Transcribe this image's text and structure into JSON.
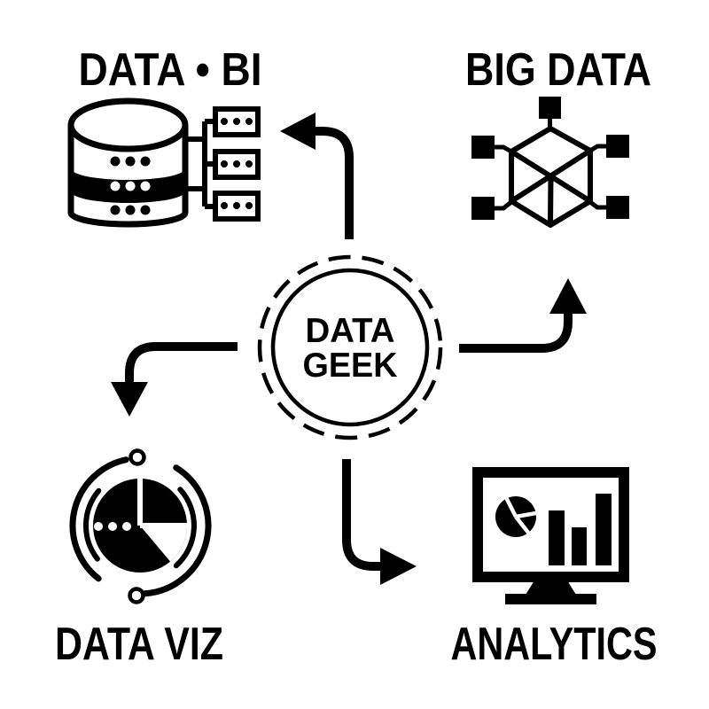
{
  "palette": {
    "background": "#ffffff",
    "ink": "#000000"
  },
  "center_badge": {
    "line1": "DATA",
    "line2": "GEEK"
  },
  "nodes": {
    "data_bi": {
      "label": "DATA • BI",
      "icon": "database-icon",
      "position": "top-left"
    },
    "big_data": {
      "label": "BIG DATA",
      "icon": "network-cube-icon",
      "position": "top-right"
    },
    "data_viz": {
      "label": "DATA VIZ",
      "icon": "pie-chart-orbit-icon",
      "position": "bottom-left"
    },
    "analytics": {
      "label": "ANALYTICS",
      "icon": "monitor-dashboard-icon",
      "position": "bottom-right"
    }
  },
  "arrows": [
    {
      "from": "center",
      "to": "data_bi"
    },
    {
      "from": "center",
      "to": "big_data"
    },
    {
      "from": "center",
      "to": "data_viz"
    },
    {
      "from": "center",
      "to": "analytics"
    }
  ]
}
